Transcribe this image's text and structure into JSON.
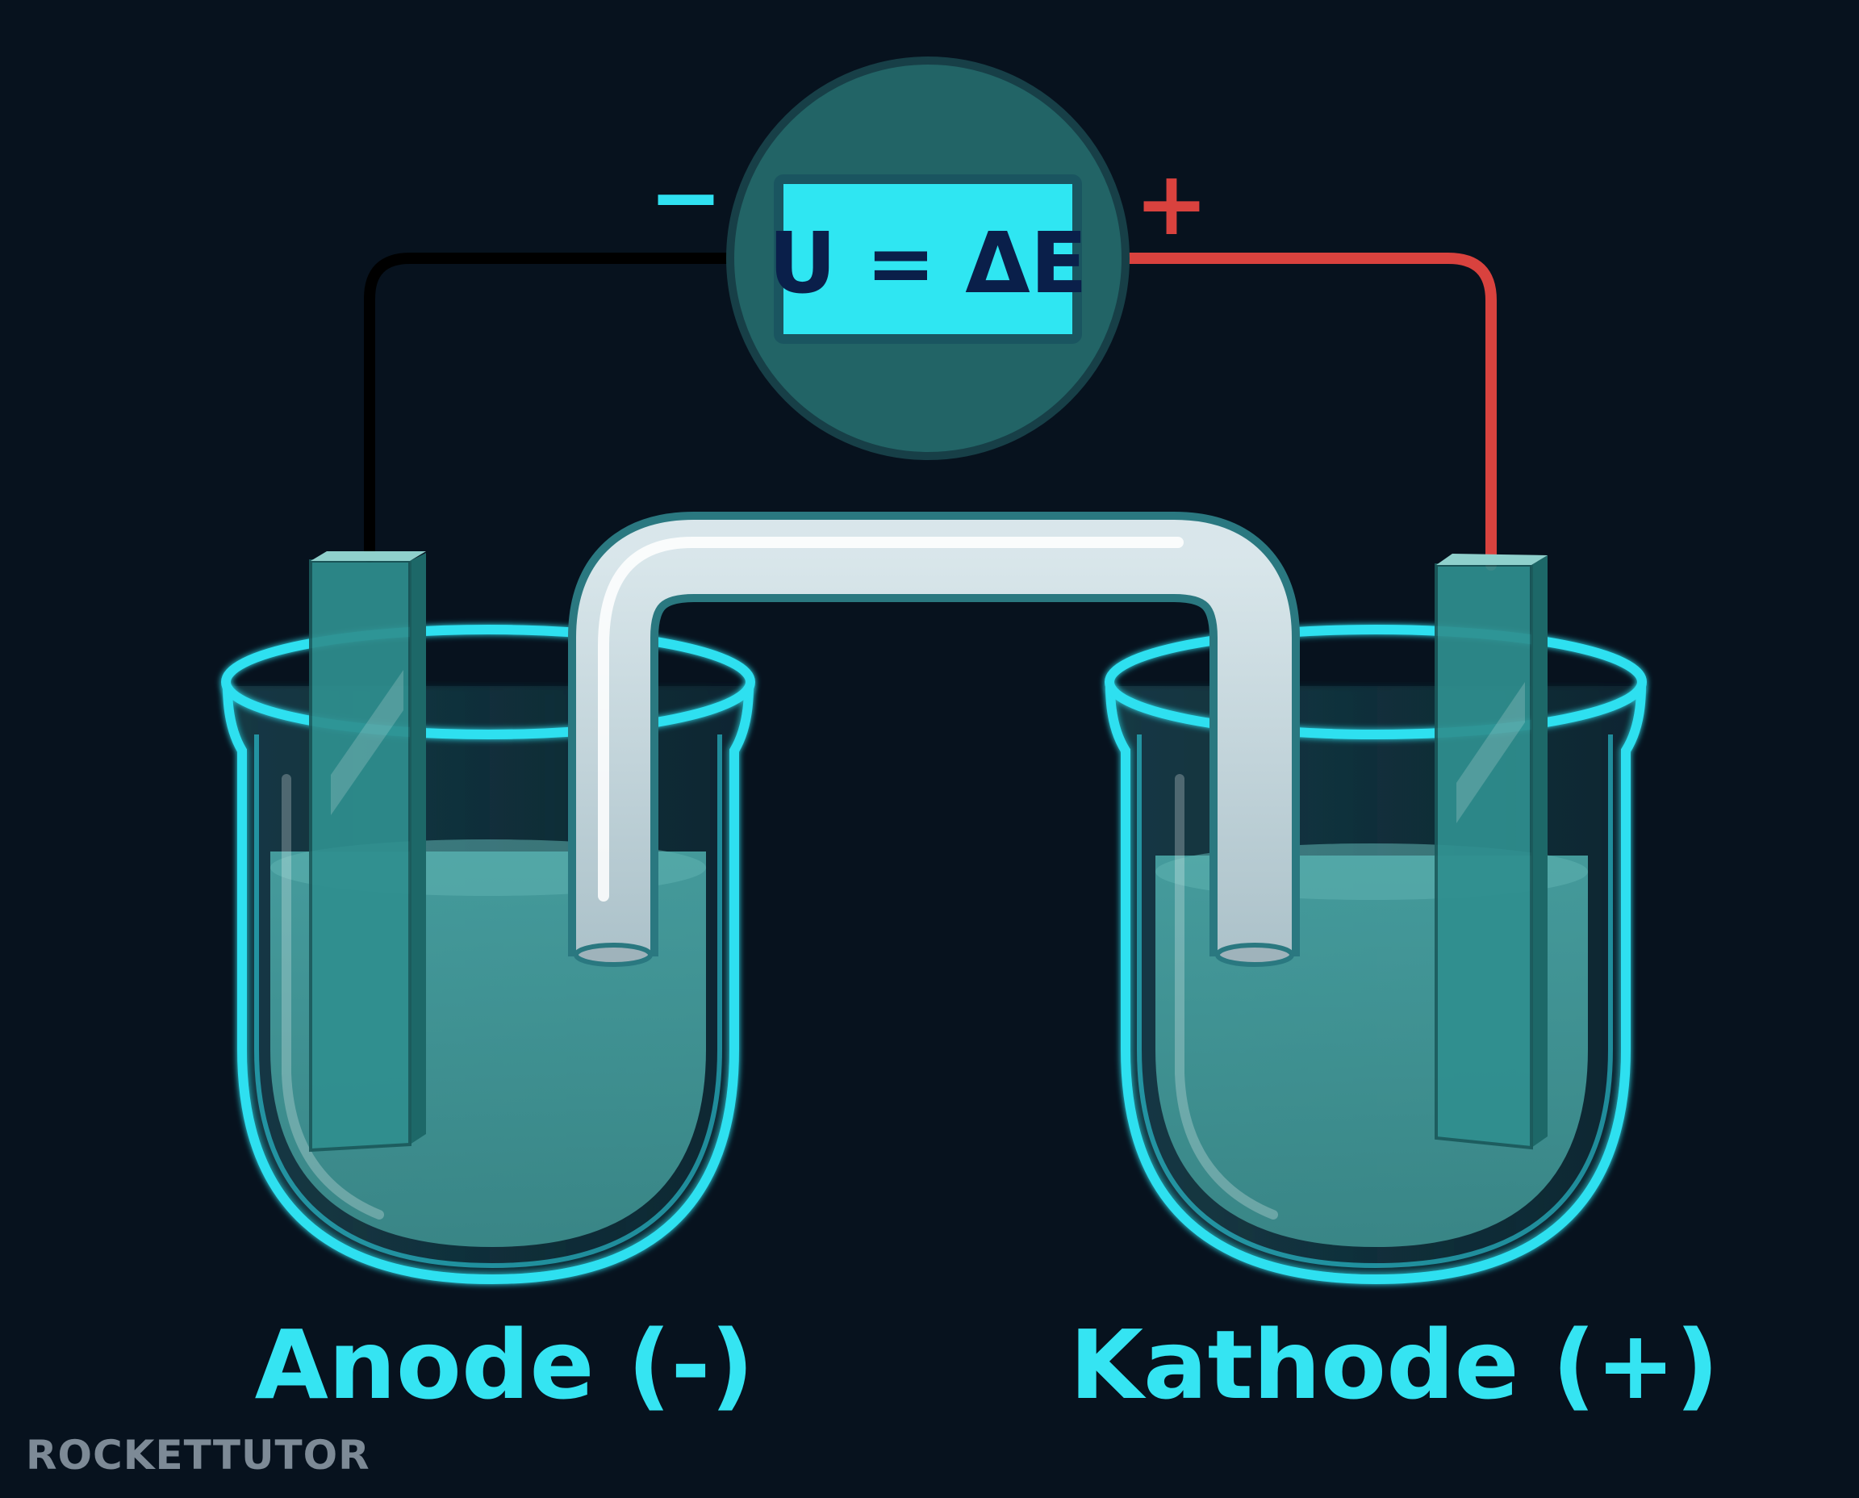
{
  "voltmeter": {
    "formula": "U = ΔE",
    "minus_sign": "−",
    "plus_sign": "+"
  },
  "labels": {
    "anode": "Anode (-)",
    "cathode": "Kathode (+)"
  },
  "watermark": {
    "text": "ROCKETTUTOR"
  },
  "colors": {
    "background": "#07121e",
    "glass_outline": "#2fe0f0",
    "liquid": "#3a8e8e",
    "electrode": "#2f8f8f",
    "salt_bridge": "#d8e4ea",
    "wire_negative": "#000000",
    "wire_positive": "#d9423e",
    "voltmeter_body": "#226466",
    "display": "#2fe6f2",
    "formula_text": "#0a1f4a",
    "label_text": "#35e4f2"
  }
}
